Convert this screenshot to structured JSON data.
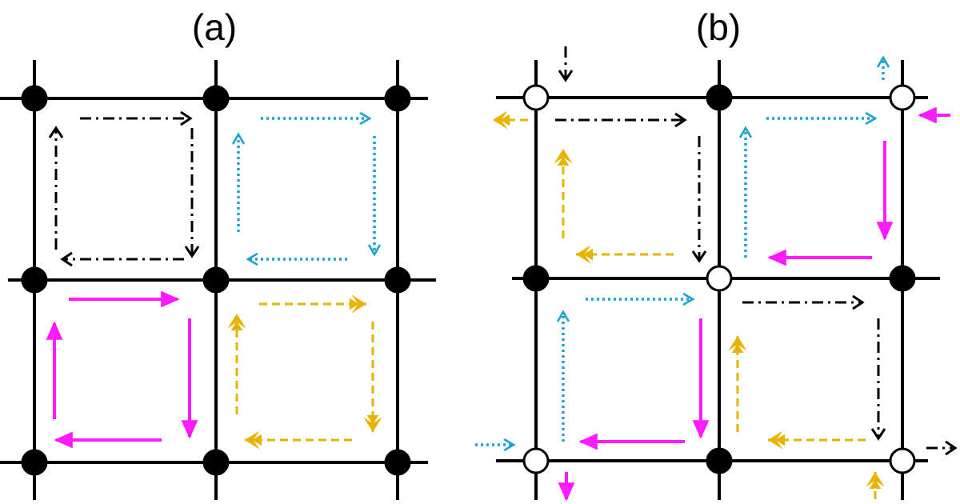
{
  "panels": [
    {
      "label": "(a)"
    },
    {
      "label": "(b)"
    }
  ],
  "colors": {
    "black": "#000000",
    "blue": "#1aa3d2",
    "magenta": "#ff1aff",
    "gold": "#e6b400"
  },
  "node_states": {
    "a": [
      "filled",
      "filled",
      "filled",
      "filled",
      "filled",
      "filled",
      "filled",
      "filled",
      "filled"
    ],
    "b": [
      "open",
      "filled",
      "open",
      "filled",
      "open",
      "filled",
      "open",
      "filled",
      "open"
    ]
  }
}
